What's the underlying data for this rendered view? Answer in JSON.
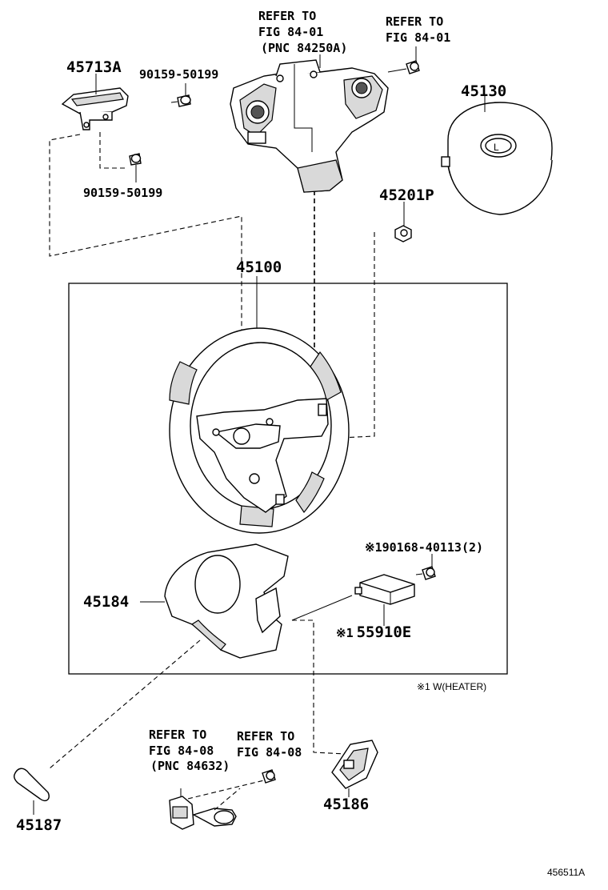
{
  "refs": {
    "top_left": {
      "line1": "REFER TO",
      "line2": "FIG 84-01",
      "line3": "(PNC 84250A)"
    },
    "top_right": {
      "line1": "REFER TO",
      "line2": "FIG 84-01"
    },
    "bottom_left": {
      "line1": "REFER TO",
      "line2": "FIG 84-08",
      "line3": "(PNC 84632)"
    },
    "bottom_right": {
      "line1": "REFER TO",
      "line2": "FIG 84-08"
    }
  },
  "parts": {
    "p45713A": "45713A",
    "bolt_upper": "90159-50199",
    "bolt_lower": "90159-50199",
    "p45130": "45130",
    "p45201P": "45201P",
    "p45100": "45100",
    "bolt_heater": "90168-40113(2)",
    "p45184": "45184",
    "p55910E": "55910E",
    "p45186": "45186",
    "p45187": "45187"
  },
  "marks": {
    "heater_mark": "※1",
    "module_mark": "※1"
  },
  "note": "※1 W(HEATER)",
  "diagram_id": "456511A"
}
